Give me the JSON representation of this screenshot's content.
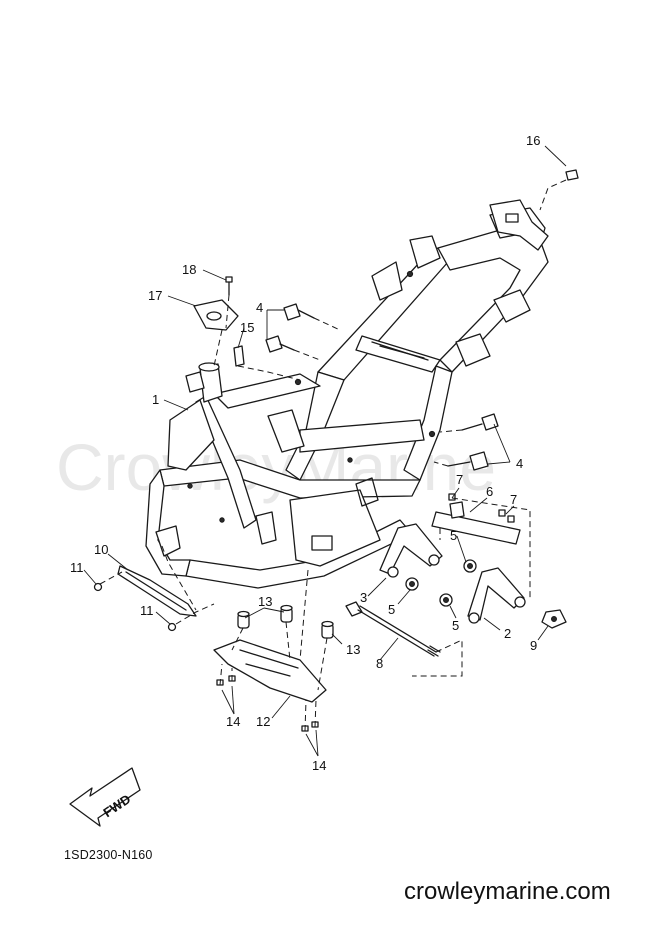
{
  "watermark": "CrowleyMarine",
  "diagram_code": "1SD2300-N160",
  "site": "crowleymarine.com",
  "direction_label": "FWD",
  "callouts": [
    {
      "id": "c1",
      "text": "1"
    },
    {
      "id": "c2",
      "text": "2"
    },
    {
      "id": "c3",
      "text": "3"
    },
    {
      "id": "c4a",
      "text": "4"
    },
    {
      "id": "c4b",
      "text": "4"
    },
    {
      "id": "c5a",
      "text": "5"
    },
    {
      "id": "c5b",
      "text": "5"
    },
    {
      "id": "c5c",
      "text": "5"
    },
    {
      "id": "c6",
      "text": "6"
    },
    {
      "id": "c7a",
      "text": "7"
    },
    {
      "id": "c7b",
      "text": "7"
    },
    {
      "id": "c8",
      "text": "8"
    },
    {
      "id": "c9",
      "text": "9"
    },
    {
      "id": "c10",
      "text": "10"
    },
    {
      "id": "c11a",
      "text": "11"
    },
    {
      "id": "c11b",
      "text": "11"
    },
    {
      "id": "c12",
      "text": "12"
    },
    {
      "id": "c13a",
      "text": "13"
    },
    {
      "id": "c13b",
      "text": "13"
    },
    {
      "id": "c14a",
      "text": "14"
    },
    {
      "id": "c14b",
      "text": "14"
    },
    {
      "id": "c15",
      "text": "15"
    },
    {
      "id": "c16",
      "text": "16"
    },
    {
      "id": "c17",
      "text": "17"
    },
    {
      "id": "c18",
      "text": "18"
    }
  ]
}
